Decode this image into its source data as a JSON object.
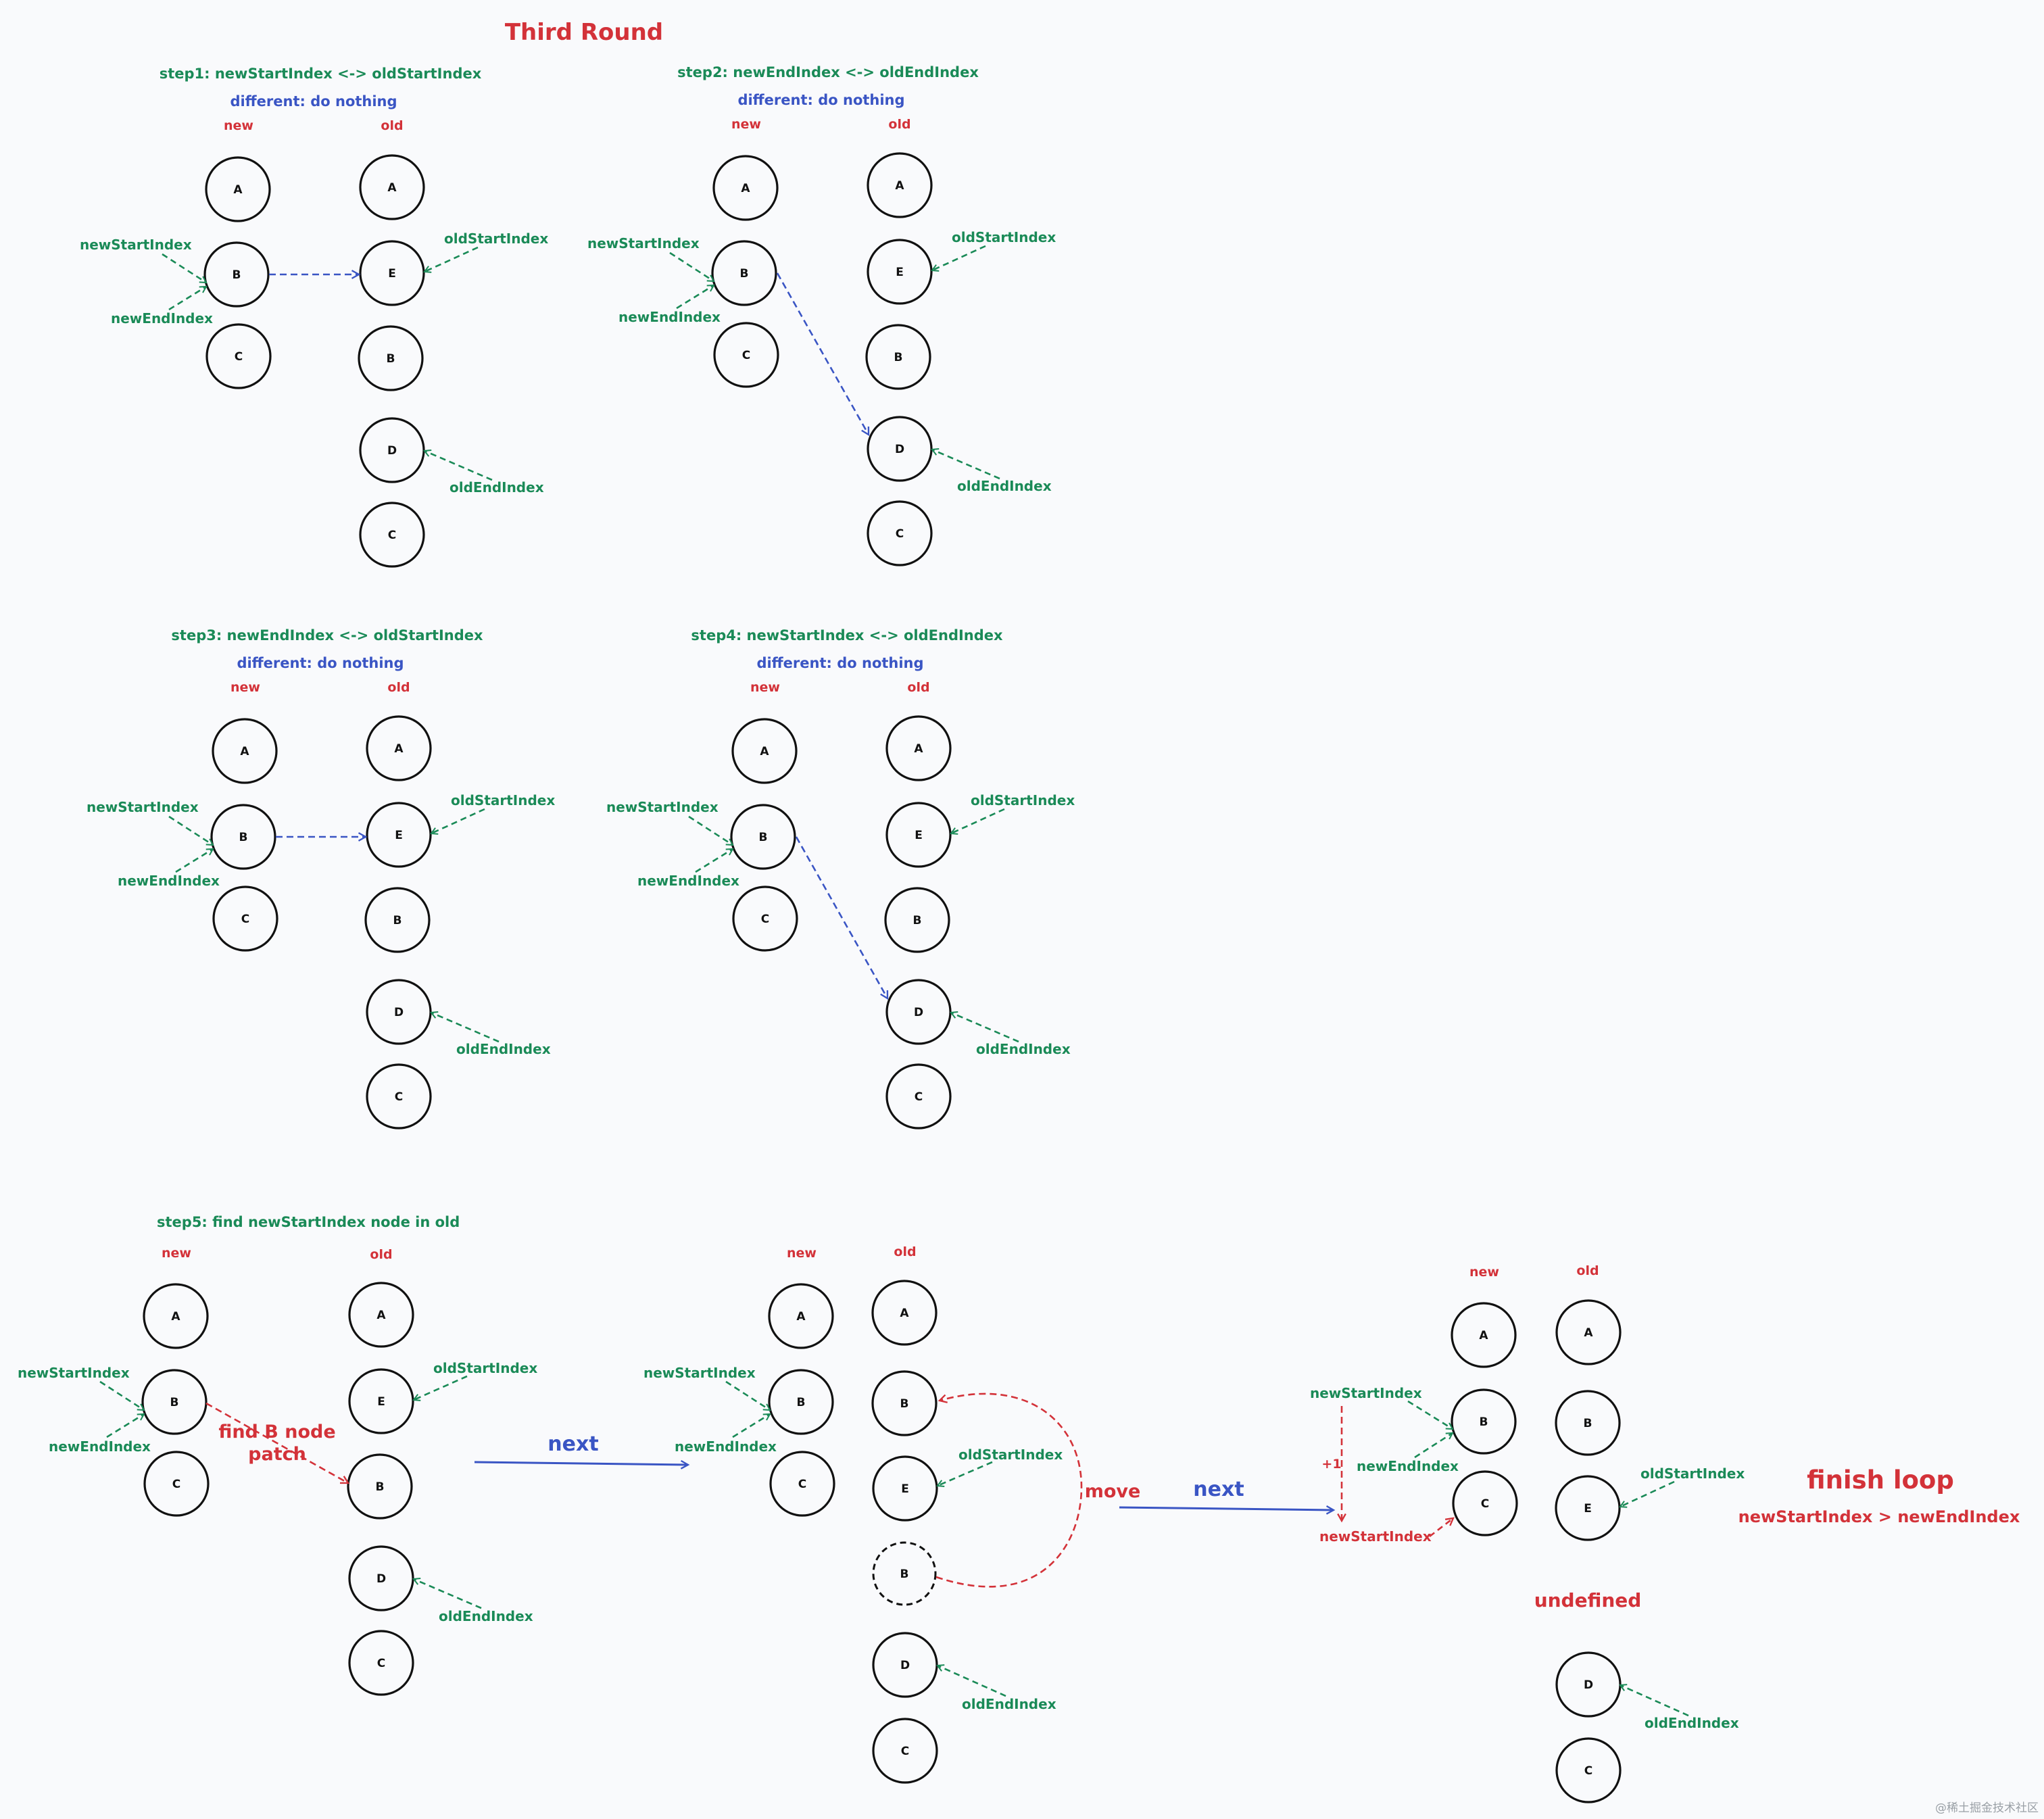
{
  "title": "Third Round",
  "colors": {
    "red": "#d33239",
    "green": "#1a8a57",
    "blue": "#3a55c4",
    "stroke": "#111111"
  },
  "steps": [
    {
      "id": "step1",
      "title": "step1:  newStartIndex <-> oldStartIndex",
      "result": "different: do nothing",
      "new_header": "new",
      "old_header": "old",
      "new_nodes": [
        "A",
        "B",
        "C"
      ],
      "old_nodes": [
        "A",
        "E",
        "B",
        "D",
        "C"
      ],
      "pointers": [
        "newStartIndex",
        "newEndIndex",
        "oldStartIndex",
        "oldEndIndex"
      ]
    },
    {
      "id": "step2",
      "title": "step2:  newEndIndex <-> oldEndIndex",
      "result": "different: do nothing",
      "new_header": "new",
      "old_header": "old",
      "new_nodes": [
        "A",
        "B",
        "C"
      ],
      "old_nodes": [
        "A",
        "E",
        "B",
        "D",
        "C"
      ],
      "pointers": [
        "newStartIndex",
        "newEndIndex",
        "oldStartIndex",
        "oldEndIndex"
      ]
    },
    {
      "id": "step3",
      "title": "step3:  newEndIndex <-> oldStartIndex",
      "result": "different: do nothing",
      "new_header": "new",
      "old_header": "old",
      "new_nodes": [
        "A",
        "B",
        "C"
      ],
      "old_nodes": [
        "A",
        "E",
        "B",
        "D",
        "C"
      ],
      "pointers": [
        "newStartIndex",
        "newEndIndex",
        "oldStartIndex",
        "oldEndIndex"
      ]
    },
    {
      "id": "step4",
      "title": "step4:  newStartIndex <-> oldEndIndex",
      "result": "different: do nothing",
      "new_header": "new",
      "old_header": "old",
      "new_nodes": [
        "A",
        "B",
        "C"
      ],
      "old_nodes": [
        "A",
        "E",
        "B",
        "D",
        "C"
      ],
      "pointers": [
        "newStartIndex",
        "newEndIndex",
        "oldStartIndex",
        "oldEndIndex"
      ]
    },
    {
      "id": "step5",
      "title": "step5:  find newStartIndex node in old",
      "new_header": "new",
      "old_header": "old",
      "new_nodes": [
        "A",
        "B",
        "C"
      ],
      "old_nodes": [
        "A",
        "E",
        "B",
        "D",
        "C"
      ],
      "pointers": [
        "newStartIndex",
        "newEndIndex",
        "oldStartIndex",
        "oldEndIndex"
      ],
      "annotation_1": "find B node",
      "annotation_2": "patch"
    }
  ],
  "middle": {
    "new_header": "new",
    "old_header": "old",
    "new_nodes": [
      "A",
      "B",
      "C"
    ],
    "old_nodes": [
      "A",
      "B",
      "E",
      "B",
      "D",
      "C"
    ],
    "pointers": [
      "newStartIndex",
      "newEndIndex",
      "oldStartIndex",
      "oldEndIndex"
    ],
    "move_label": "move"
  },
  "final": {
    "new_header": "new",
    "old_header": "old",
    "new_nodes": [
      "A",
      "B",
      "C"
    ],
    "old_nodes": [
      "A",
      "B",
      "E",
      "D",
      "C"
    ],
    "pointers": [
      "newStartIndex",
      "newEndIndex",
      "newStartIndex",
      "oldStartIndex",
      "oldEndIndex"
    ],
    "increment": "+1",
    "undefined_label": "undefined",
    "finish_title": "finish loop",
    "finish_condition": "newStartIndex > newEndIndex"
  },
  "next_label": "next",
  "watermark": "@稀土掘金技术社区"
}
